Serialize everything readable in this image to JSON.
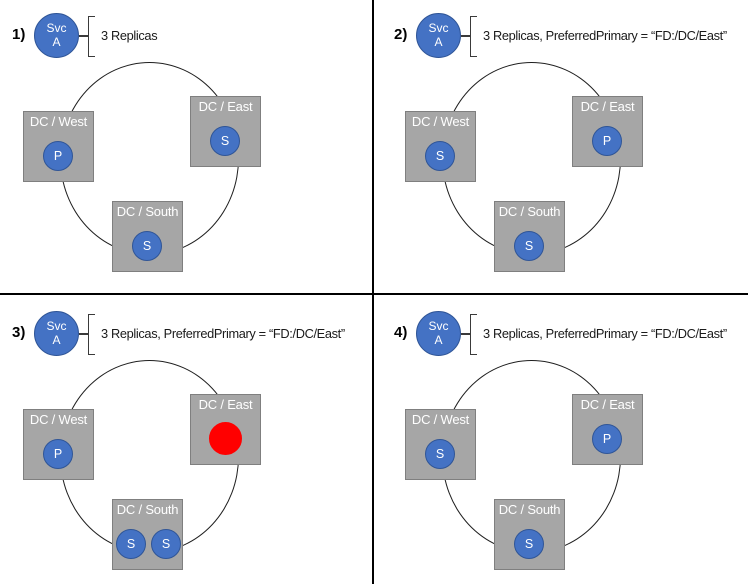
{
  "colors": {
    "replica_blue": "#4472C4",
    "replica_blue_border": "#2F5597",
    "node_gray": "#A6A6A6",
    "node_border": "#7F7F7F",
    "failed_red": "#FF0000"
  },
  "panels": [
    {
      "label": "1)",
      "service": {
        "line1": "Svc",
        "line2": "A"
      },
      "config": "3 Replicas",
      "nodes": [
        {
          "name": "DC / West",
          "replicas": [
            {
              "label": "P",
              "role": "primary"
            }
          ]
        },
        {
          "name": "DC / East",
          "replicas": [
            {
              "label": "S",
              "role": "secondary"
            }
          ]
        },
        {
          "name": "DC / South",
          "replicas": [
            {
              "label": "S",
              "role": "secondary"
            }
          ]
        }
      ]
    },
    {
      "label": "2)",
      "service": {
        "line1": "Svc",
        "line2": "A"
      },
      "config": "3 Replicas, PreferredPrimary = “FD:/DC/East”",
      "nodes": [
        {
          "name": "DC / West",
          "replicas": [
            {
              "label": "S",
              "role": "secondary"
            }
          ]
        },
        {
          "name": "DC / East",
          "replicas": [
            {
              "label": "P",
              "role": "primary"
            }
          ]
        },
        {
          "name": "DC / South",
          "replicas": [
            {
              "label": "S",
              "role": "secondary"
            }
          ]
        }
      ]
    },
    {
      "label": "3)",
      "service": {
        "line1": "Svc",
        "line2": "A"
      },
      "config": "3 Replicas, PreferredPrimary = “FD:/DC/East”",
      "nodes": [
        {
          "name": "DC / West",
          "replicas": [
            {
              "label": "P",
              "role": "primary"
            }
          ]
        },
        {
          "name": "DC / East",
          "replicas": [
            {
              "label": "",
              "role": "failed"
            }
          ]
        },
        {
          "name": "DC / South",
          "replicas": [
            {
              "label": "S",
              "role": "secondary"
            },
            {
              "label": "S",
              "role": "secondary"
            }
          ]
        }
      ]
    },
    {
      "label": "4)",
      "service": {
        "line1": "Svc",
        "line2": "A"
      },
      "config": "3 Replicas, PreferredPrimary = “FD:/DC/East”",
      "nodes": [
        {
          "name": "DC / West",
          "replicas": [
            {
              "label": "S",
              "role": "secondary"
            }
          ]
        },
        {
          "name": "DC / East",
          "replicas": [
            {
              "label": "P",
              "role": "primary"
            }
          ]
        },
        {
          "name": "DC / South",
          "replicas": [
            {
              "label": "S",
              "role": "secondary"
            }
          ]
        }
      ]
    }
  ]
}
